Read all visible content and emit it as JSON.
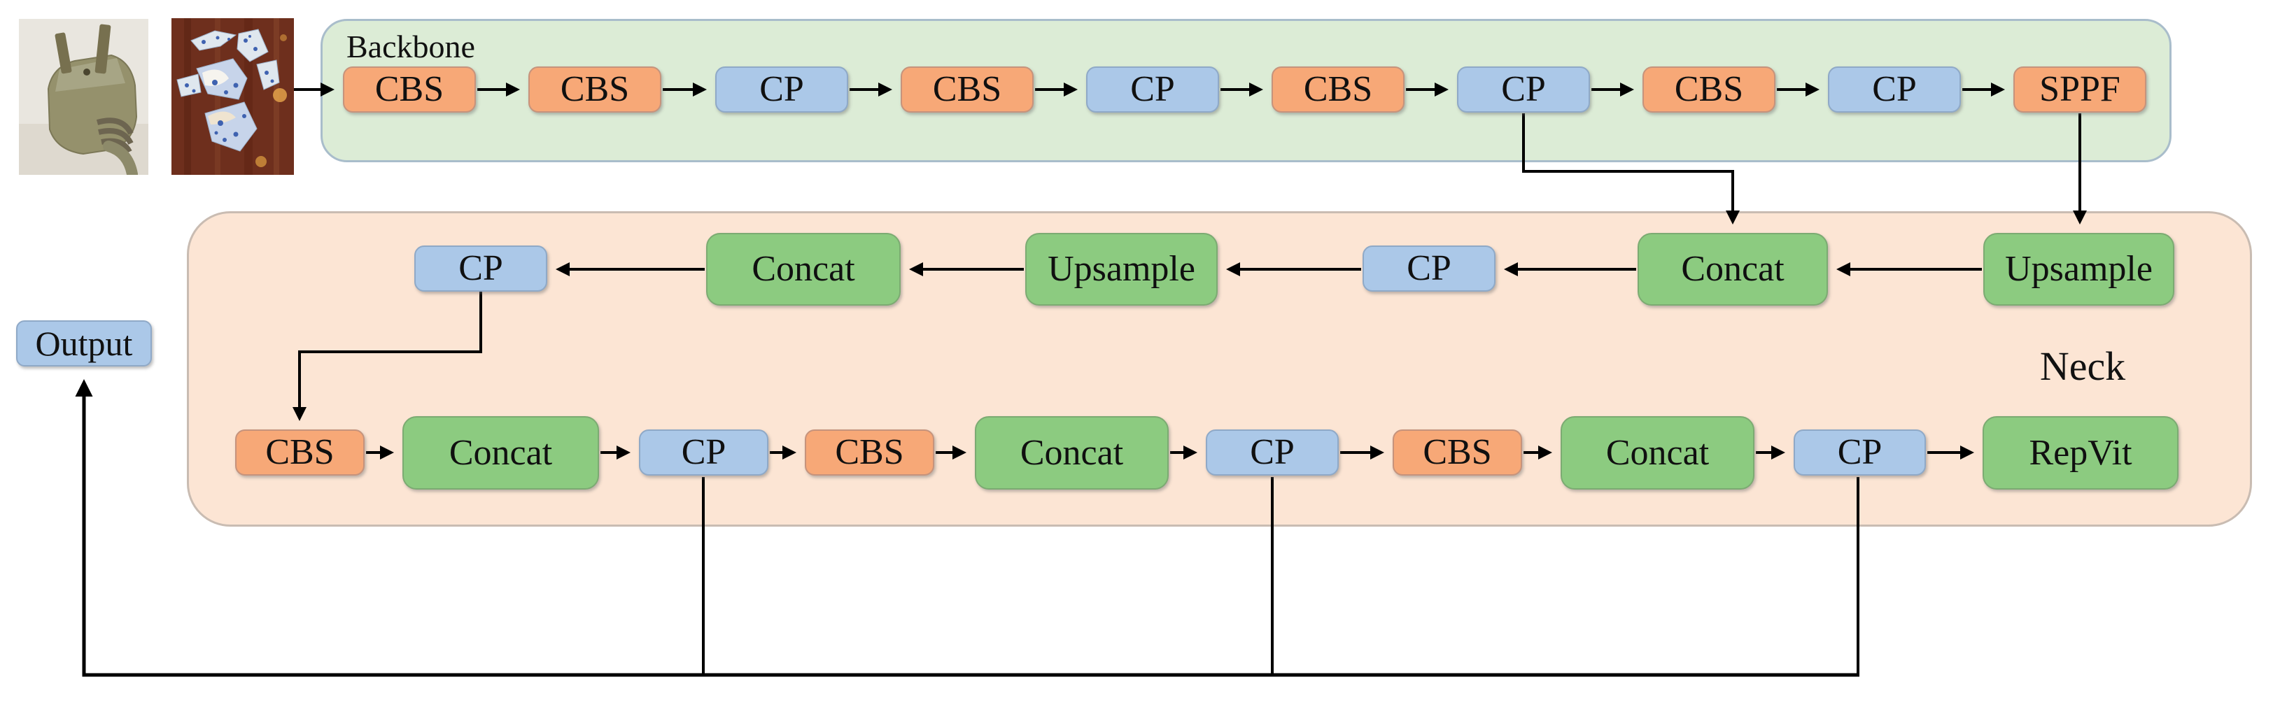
{
  "backbone": {
    "label": "Backbone",
    "nodes": [
      "CBS",
      "CBS",
      "CP",
      "CBS",
      "CP",
      "CBS",
      "CP",
      "CBS",
      "CP",
      "SPPF"
    ]
  },
  "neck": {
    "label": "Neck",
    "row1": [
      "CP",
      "Concat",
      "Upsample",
      "CP",
      "Concat",
      "Upsample"
    ],
    "row2": [
      "CBS",
      "Concat",
      "CP",
      "CBS",
      "Concat",
      "CP",
      "CBS",
      "Concat",
      "CP",
      "RepVit"
    ]
  },
  "output": {
    "label": "Output"
  },
  "input_images": [
    {
      "name": "broken-plug-photo"
    },
    {
      "name": "broken-porcelain-photo"
    }
  ],
  "colors": {
    "backbone_bg": "#dcecd6",
    "neck_bg": "#fce5d4",
    "cbs_orange": "#f7a877",
    "cp_blue": "#abc8e8",
    "module_green": "#8ccb80",
    "line_black": "#000000"
  }
}
